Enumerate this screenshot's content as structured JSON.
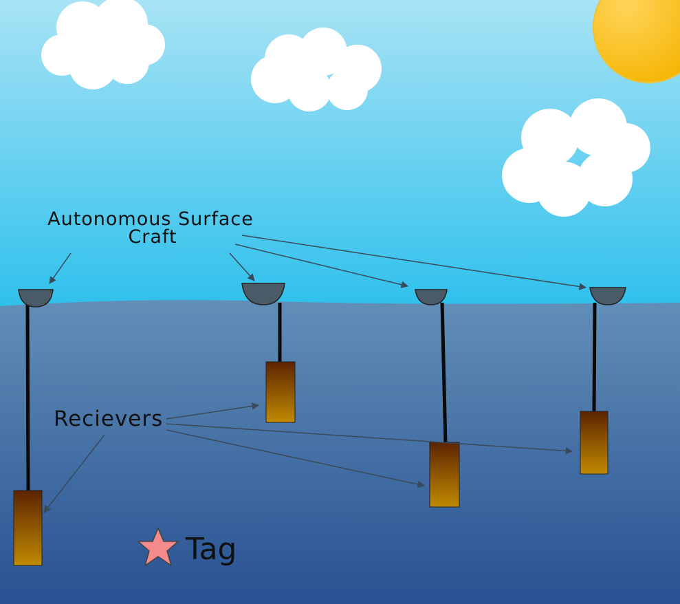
{
  "labels": {
    "surface_craft_line1": "Autonomous Surface",
    "surface_craft_line2": "Craft",
    "receivers": "Recievers",
    "tag": "Tag"
  },
  "colors": {
    "sky_top": "#a8e3f5",
    "sky_bottom": "#2ec0ec",
    "water_top": "#628fb8",
    "water_bottom": "#285192",
    "cloud": "#ffffff",
    "sun_inner": "#ffd45a",
    "sun_outer": "#f5b400",
    "craft": "#4a5a66",
    "cable": "#0a0a0a",
    "receiver_top": "#5c2400",
    "receiver_bottom": "#c08a00",
    "tag_star": "#f58a8a",
    "arrow": "#3a4a5a",
    "text": "#111111"
  },
  "icons": [
    "sun-icon",
    "cloud-icon",
    "surface-craft-icon",
    "receiver-icon",
    "tag-star-icon"
  ]
}
